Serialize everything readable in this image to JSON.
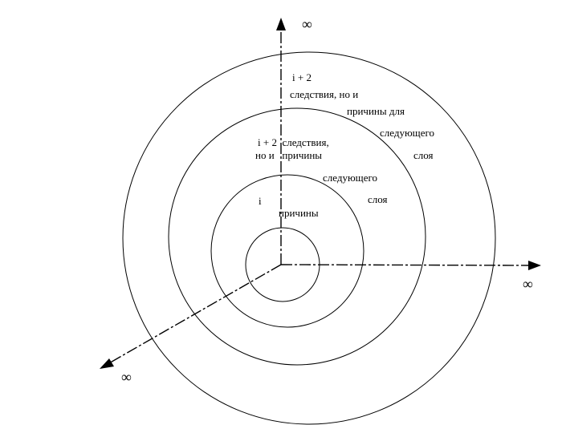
{
  "axes": {
    "vertical_end": "∞",
    "horizontal_end": "∞",
    "diagonal_end": "∞"
  },
  "outer_ring": {
    "line1": "i + 2",
    "line2": "следствия, но и",
    "line3": "причины для",
    "line4": "следующего",
    "line5": "слоя"
  },
  "middle_ring": {
    "line1": "i + 2  следствия,",
    "line2": "но и   причины",
    "line3": "следующего",
    "line4": "слоя"
  },
  "inner_ring": {
    "line1": "i",
    "line2": "причины"
  }
}
